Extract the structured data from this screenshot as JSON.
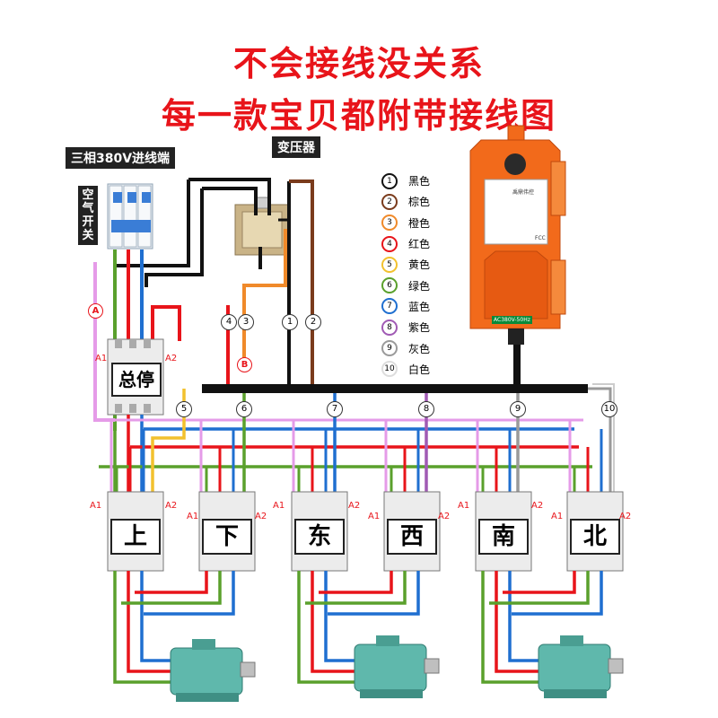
{
  "header": {
    "line1": "不会接线没关系",
    "line2": "每一款宝贝都附带接线图"
  },
  "labels": {
    "power_in": "三相380V进线端",
    "transformer": "变压器",
    "air_switch": "空气开关",
    "a1": "A1",
    "a2": "A2",
    "marker_a": "A",
    "marker_b": "B"
  },
  "legend": [
    {
      "num": "1",
      "name": "黑色",
      "color": "#111111"
    },
    {
      "num": "2",
      "name": "棕色",
      "color": "#7a3b1c"
    },
    {
      "num": "3",
      "name": "橙色",
      "color": "#f08a2a"
    },
    {
      "num": "4",
      "name": "红色",
      "color": "#e8141a"
    },
    {
      "num": "5",
      "name": "黄色",
      "color": "#f2c12e"
    },
    {
      "num": "6",
      "name": "绿色",
      "color": "#5aa02c"
    },
    {
      "num": "7",
      "name": "蓝色",
      "color": "#1f6fd0"
    },
    {
      "num": "8",
      "name": "紫色",
      "color": "#a05ab4"
    },
    {
      "num": "9",
      "name": "灰色",
      "color": "#9a9a9a"
    },
    {
      "num": "10",
      "name": "白色",
      "color": "#dddddd"
    }
  ],
  "contactors": {
    "main": "总停",
    "items": [
      "上",
      "下",
      "东",
      "西",
      "南",
      "北"
    ]
  },
  "wire_numbers": {
    "top": [
      "4",
      "3",
      "1",
      "2"
    ],
    "bus": [
      "5",
      "6",
      "7",
      "8",
      "9",
      "10"
    ]
  },
  "remote": {
    "brand": "禹鼎伟控",
    "spec": "AC380V-50Hz",
    "fcc": "FCC"
  },
  "colors": {
    "title": "#e8141a",
    "remote_body": "#f26a1b",
    "motor": "#5fb8ac",
    "red": "#e8141a",
    "blue": "#1f6fd0",
    "green": "#5aa02c",
    "pink": "#e59be8",
    "yellow": "#f2c12e",
    "gray": "#9a9a9a"
  }
}
